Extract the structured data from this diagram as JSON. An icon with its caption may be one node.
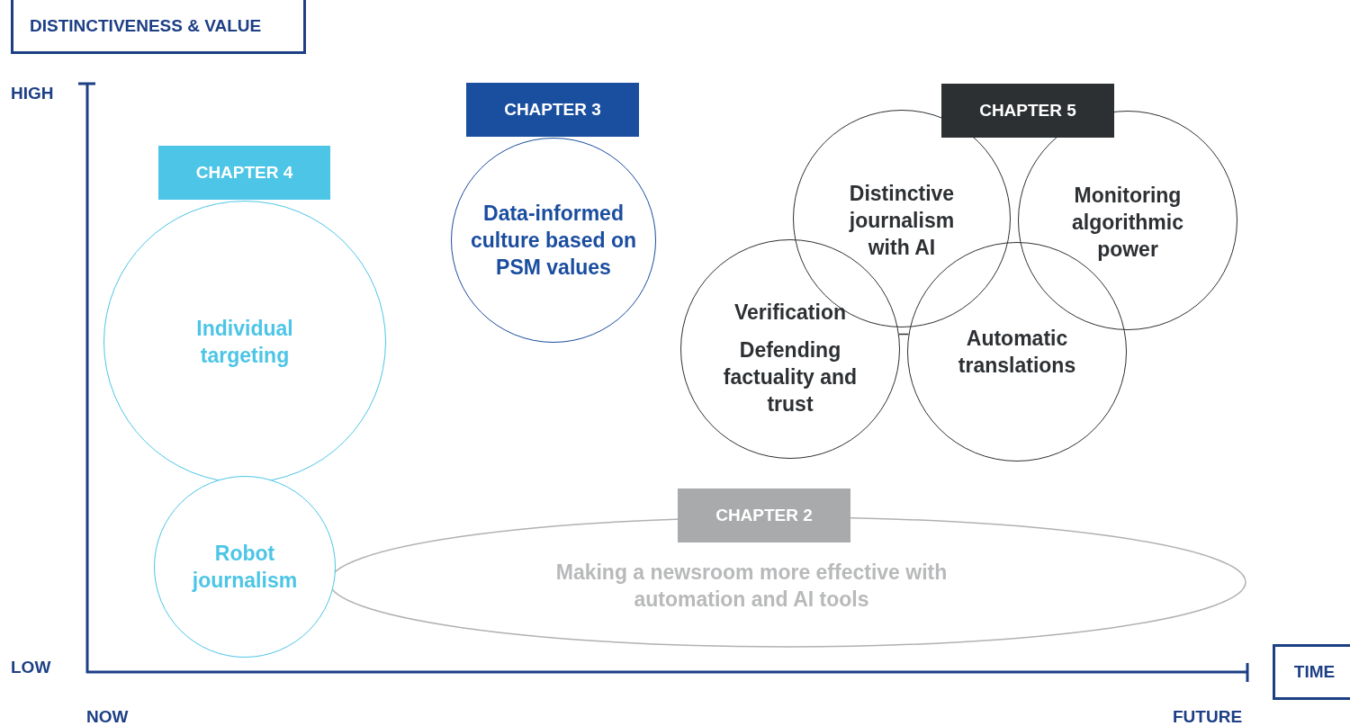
{
  "diagram": {
    "nodes": [
      {
        "text": [
          "DISTINCTIVENESS & VALUE"
        ]
      },
      {
        "text": [
          "CHAPTER 4"
        ]
      },
      {
        "text": [
          "Individual targeting"
        ]
      },
      {
        "text": [
          "CHAPTER 3"
        ]
      },
      {
        "text": [
          "Data-informed culture based on PSM values"
        ]
      },
      {
        "text": [
          "CHAPTER 5"
        ]
      },
      {
        "text": [
          "Distinctive journalism with AI"
        ]
      },
      {
        "text": [
          "Monitoring algorithmic power"
        ]
      },
      {
        "text": [
          "Verification",
          "Defending factuality and trust"
        ]
      },
      {
        "text": [
          "Automatic translations"
        ]
      },
      {
        "text": [
          "Robot journalism"
        ]
      },
      {
        "text": [
          "CHAPTER 2"
        ]
      },
      {
        "text": [
          "Making a newsroom more effective with automation and AI tools"
        ]
      },
      {
        "text": [
          "TIME"
        ]
      }
    ],
    "edges": [
      {
        "from": 8,
        "to": 9,
        "arrow": "none"
      }
    ],
    "labels": [
      "HIGH",
      "LOW",
      "NOW",
      "FUTURE"
    ]
  }
}
